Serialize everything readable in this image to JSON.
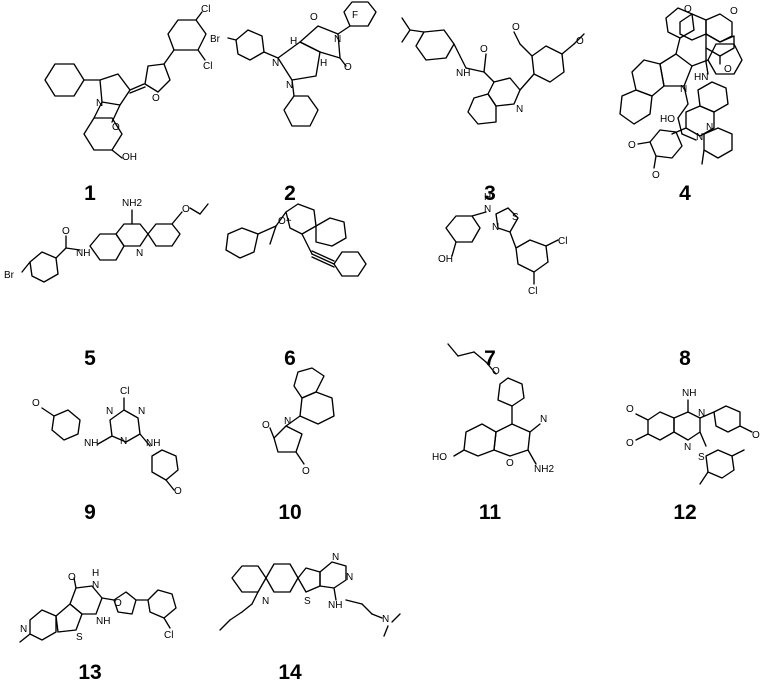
{
  "compounds": [
    {
      "id": "1",
      "labels": [
        "Cl",
        "Cl",
        "O",
        "O",
        "N",
        "OH"
      ]
    },
    {
      "id": "2",
      "labels": [
        "Br",
        "F",
        "O",
        "N",
        "H",
        "O",
        "H",
        "N",
        "N"
      ]
    },
    {
      "id": "3",
      "labels": [
        "O",
        "O",
        "O",
        "NH",
        "N"
      ]
    },
    {
      "id": "4",
      "labels": [
        "N",
        "HO",
        "N"
      ]
    },
    {
      "id": "5",
      "labels": [
        "NH2",
        "O",
        "O",
        "Br",
        "NH",
        "N"
      ]
    },
    {
      "id": "6",
      "labels": [
        "O+"
      ]
    },
    {
      "id": "7",
      "labels": [
        "H",
        "N",
        "S",
        "N",
        "OH",
        "Cl",
        "Cl"
      ]
    },
    {
      "id": "8",
      "labels": [
        "O",
        "O",
        "O",
        "HN",
        "N",
        "O",
        "O"
      ]
    },
    {
      "id": "9",
      "labels": [
        "Cl",
        "N",
        "N",
        "N",
        "O",
        "NH",
        "NH",
        "O"
      ]
    },
    {
      "id": "10",
      "labels": [
        "O",
        "N",
        "O"
      ]
    },
    {
      "id": "11",
      "labels": [
        "O",
        "N",
        "HO",
        "O",
        "NH2"
      ]
    },
    {
      "id": "12",
      "labels": [
        "NH",
        "O",
        "N",
        "O",
        "O",
        "N",
        "S"
      ]
    },
    {
      "id": "13",
      "labels": [
        "O",
        "H",
        "N",
        "N",
        "NH",
        "S",
        "O",
        "Cl"
      ]
    },
    {
      "id": "14",
      "labels": [
        "N",
        "N",
        "N",
        "S",
        "NH",
        "N"
      ]
    }
  ]
}
